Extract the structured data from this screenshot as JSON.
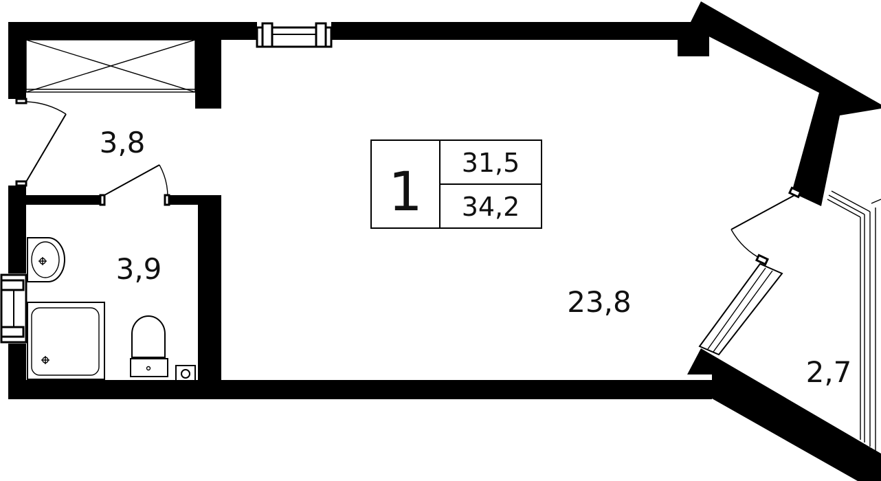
{
  "plan": {
    "rooms_count": "1",
    "living_area": "31,5",
    "total_area": "34,2",
    "room_areas": {
      "hall": "3,8",
      "bathroom": "3,9",
      "main_room": "23,8",
      "balcony": "2,7"
    }
  },
  "colors": {
    "wall": "#000000",
    "background": "#ffffff",
    "line": "#000000"
  }
}
